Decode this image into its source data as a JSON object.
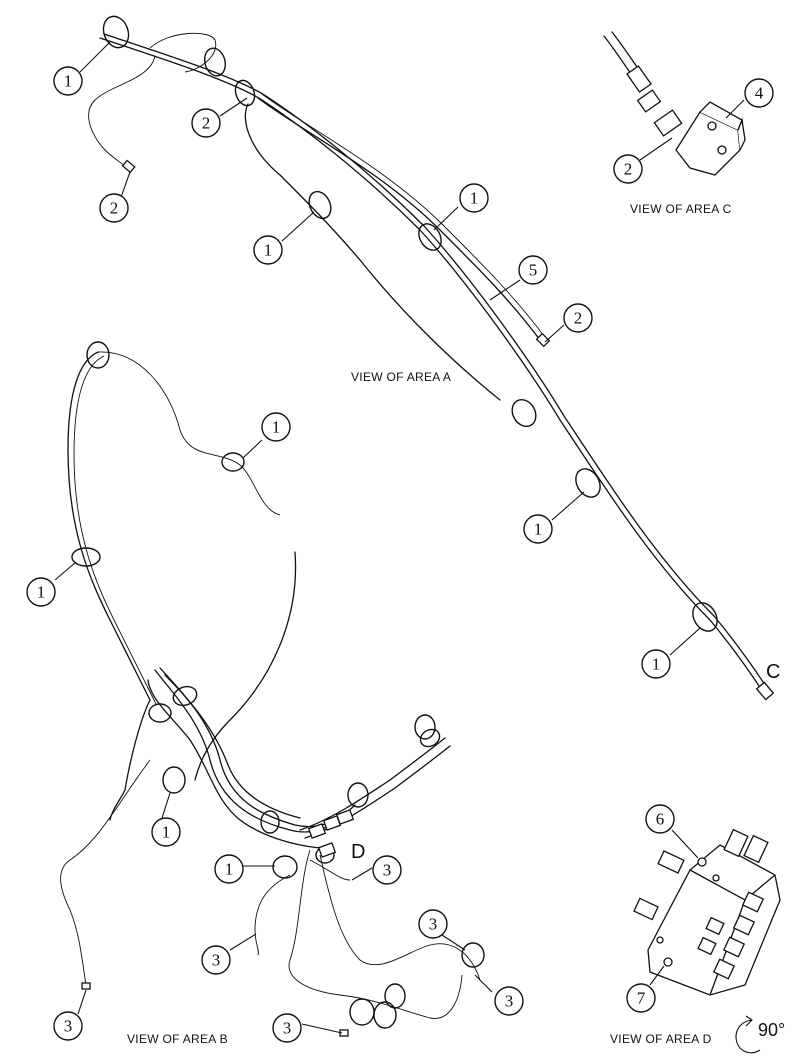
{
  "views": {
    "area_a": "VIEW OF AREA A",
    "area_b": "VIEW OF AREA B",
    "area_c": "VIEW OF AREA C",
    "area_d": "VIEW OF AREA D"
  },
  "area_letters": {
    "c": "C",
    "d": "D"
  },
  "rotation_label": "90°",
  "callouts": [
    {
      "id": "a1",
      "label": "1"
    },
    {
      "id": "a2",
      "label": "2"
    },
    {
      "id": "a3",
      "label": "2"
    },
    {
      "id": "a4",
      "label": "1"
    },
    {
      "id": "a5",
      "label": "1"
    },
    {
      "id": "a6",
      "label": "5"
    },
    {
      "id": "a7",
      "label": "2"
    },
    {
      "id": "a8",
      "label": "1"
    },
    {
      "id": "a9",
      "label": "1"
    },
    {
      "id": "c1",
      "label": "4"
    },
    {
      "id": "c2",
      "label": "2"
    },
    {
      "id": "b1",
      "label": "1"
    },
    {
      "id": "b2",
      "label": "1"
    },
    {
      "id": "b3",
      "label": "1"
    },
    {
      "id": "b4",
      "label": "1"
    },
    {
      "id": "b5",
      "label": "3"
    },
    {
      "id": "b6",
      "label": "3"
    },
    {
      "id": "b7",
      "label": "3"
    },
    {
      "id": "b8",
      "label": "3"
    },
    {
      "id": "b9",
      "label": "3"
    },
    {
      "id": "b10",
      "label": "3"
    },
    {
      "id": "d1",
      "label": "6"
    },
    {
      "id": "d2",
      "label": "7"
    }
  ]
}
